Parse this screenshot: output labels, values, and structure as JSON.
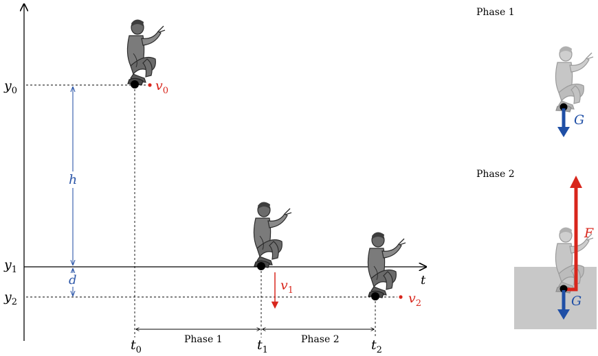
{
  "axes": {
    "vertical_label": "",
    "horizontal_label": "t"
  },
  "levels": {
    "y0": {
      "base": "y",
      "sub": "0"
    },
    "y1": {
      "base": "y",
      "sub": "1"
    },
    "y2": {
      "base": "y",
      "sub": "2"
    }
  },
  "times": {
    "t0": {
      "base": "t",
      "sub": "0"
    },
    "t1": {
      "base": "t",
      "sub": "1"
    },
    "t2": {
      "base": "t",
      "sub": "2"
    }
  },
  "velocities": {
    "v0": {
      "base": "v",
      "sub": "0"
    },
    "v1": {
      "base": "v",
      "sub": "1"
    },
    "v2": {
      "base": "v",
      "sub": "2"
    }
  },
  "distances": {
    "h": "h",
    "d": "d"
  },
  "intervals": {
    "phase1": "Phase 1",
    "phase2": "Phase 2"
  },
  "panels": {
    "phase1": {
      "title": "Phase 1",
      "force_label": "G"
    },
    "phase2": {
      "title": "Phase 2",
      "gravity_label": "G",
      "reaction_label": "F"
    }
  },
  "colors": {
    "axis": "#000000",
    "velocity": "#d8261c",
    "distance": "#2c56a8",
    "gravity": "#1f4fa6",
    "reaction": "#d8261c",
    "ground": "#c8c8c8",
    "figure_dark": "#5a5a5a",
    "figure_faded": "#b9b9b9"
  }
}
